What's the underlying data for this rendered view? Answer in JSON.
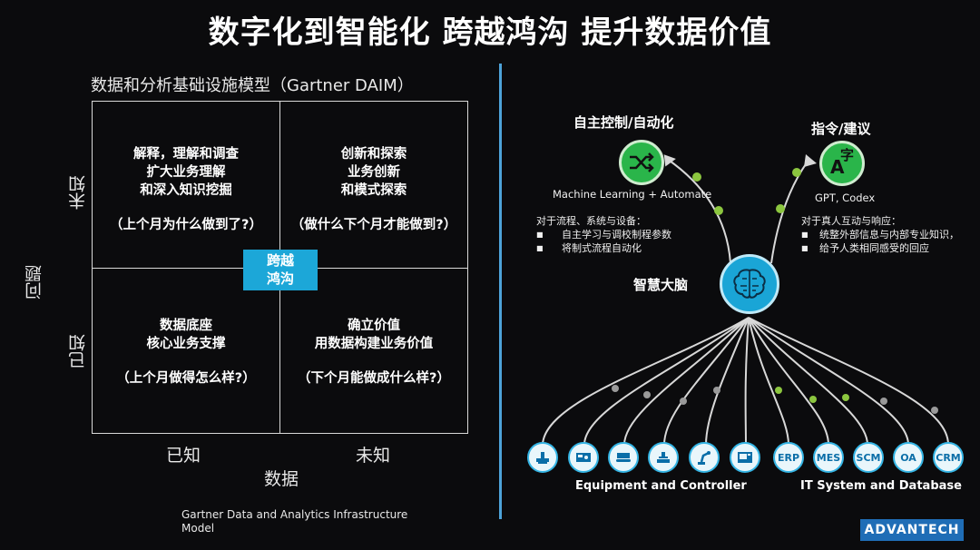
{
  "title": "数字化到智能化 跨越鸿沟 提升数据价值",
  "left": {
    "subtitle": "数据和分析基础设施模型（Gartner DAIM）",
    "cells": {
      "top_left": {
        "lines": [
          "解释，理解和调查",
          "扩大业务理解",
          "和深入知识挖掘"
        ],
        "question": "（上个月为什么做到了?）"
      },
      "top_right": {
        "lines": [
          "创新和探索",
          "业务创新",
          "和模式探索"
        ],
        "question": "（做什么下个月才能做到?）"
      },
      "bottom_left": {
        "lines": [
          "数据底座",
          "核心业务支撑"
        ],
        "question": "（上个月做得怎么样?）"
      },
      "bottom_right": {
        "lines": [
          "确立价值",
          "用数据构建业务价值"
        ],
        "question": "（下个月能做成什么样?）"
      }
    },
    "bridge": [
      "跨越",
      "鸿沟"
    ],
    "y_axis": {
      "title": "问题",
      "top": "未知",
      "bottom": "已知"
    },
    "x_axis": {
      "title": "数据",
      "left": "已知",
      "right": "未知"
    },
    "footnote": "Gartner Data and Analytics Infrastructure Model"
  },
  "right": {
    "auto_title": "自主控制/自动化",
    "auto_caption": "Machine Learning + Automate",
    "auto_desc_title": "对于流程、系统与设备：",
    "auto_desc_items": [
      "自主学习与调校制程参数",
      "将制式流程自动化"
    ],
    "cmd_title": "指令/建议",
    "cmd_caption": "GPT, Codex",
    "cmd_desc_title": "对于真人互动与响应：",
    "cmd_desc_items": [
      "统整外部信息与内部专业知识，",
      "给予人类相同感受的回应"
    ],
    "brain_label": "智慧大脑",
    "text_icon": {
      "big": "A",
      "small": "字"
    },
    "nodes": [
      {
        "name": "node-equipment-1",
        "label": "",
        "icon": "machine-icon"
      },
      {
        "name": "node-equipment-2",
        "label": "",
        "icon": "controller-icon"
      },
      {
        "name": "node-equipment-3",
        "label": "",
        "icon": "conveyor-icon"
      },
      {
        "name": "node-equipment-4",
        "label": "",
        "icon": "press-icon"
      },
      {
        "name": "node-equipment-5",
        "label": "",
        "icon": "robot-arm-icon"
      },
      {
        "name": "node-equipment-6",
        "label": "",
        "icon": "cnc-icon"
      },
      {
        "name": "node-erp",
        "label": "ERP",
        "icon": ""
      },
      {
        "name": "node-mes",
        "label": "MES",
        "icon": ""
      },
      {
        "name": "node-scm",
        "label": "SCM",
        "icon": ""
      },
      {
        "name": "node-oa",
        "label": "OA",
        "icon": ""
      },
      {
        "name": "node-crm",
        "label": "CRM",
        "icon": ""
      }
    ],
    "equipment_label": "Equipment and Controller",
    "it_label": "IT System and Database"
  },
  "brand": "ADVANTECH",
  "colors": {
    "accent": "#1ca7d8",
    "brain": "#1aa5d6",
    "green": "#2ab54a",
    "background": "#0b0b0d"
  }
}
